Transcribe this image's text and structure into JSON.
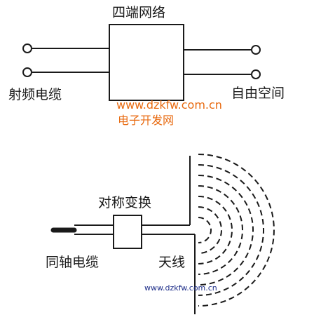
{
  "top_diagram": {
    "box_label": "四端网络",
    "left_label": "射频电缆",
    "right_label": "自由空间"
  },
  "bottom_diagram": {
    "transform_label": "对称变换",
    "coax_label": "同轴电缆",
    "antenna_label": "天线"
  },
  "watermarks": {
    "site_url": "www.dzkfw.com.cn",
    "site_name": "电子开发网",
    "footer_url": "www.dzkfw.com.cn"
  },
  "colors": {
    "line": "#1a1a1a",
    "watermark": "#e86a10",
    "watermark_footer": "#1f2f8a"
  }
}
